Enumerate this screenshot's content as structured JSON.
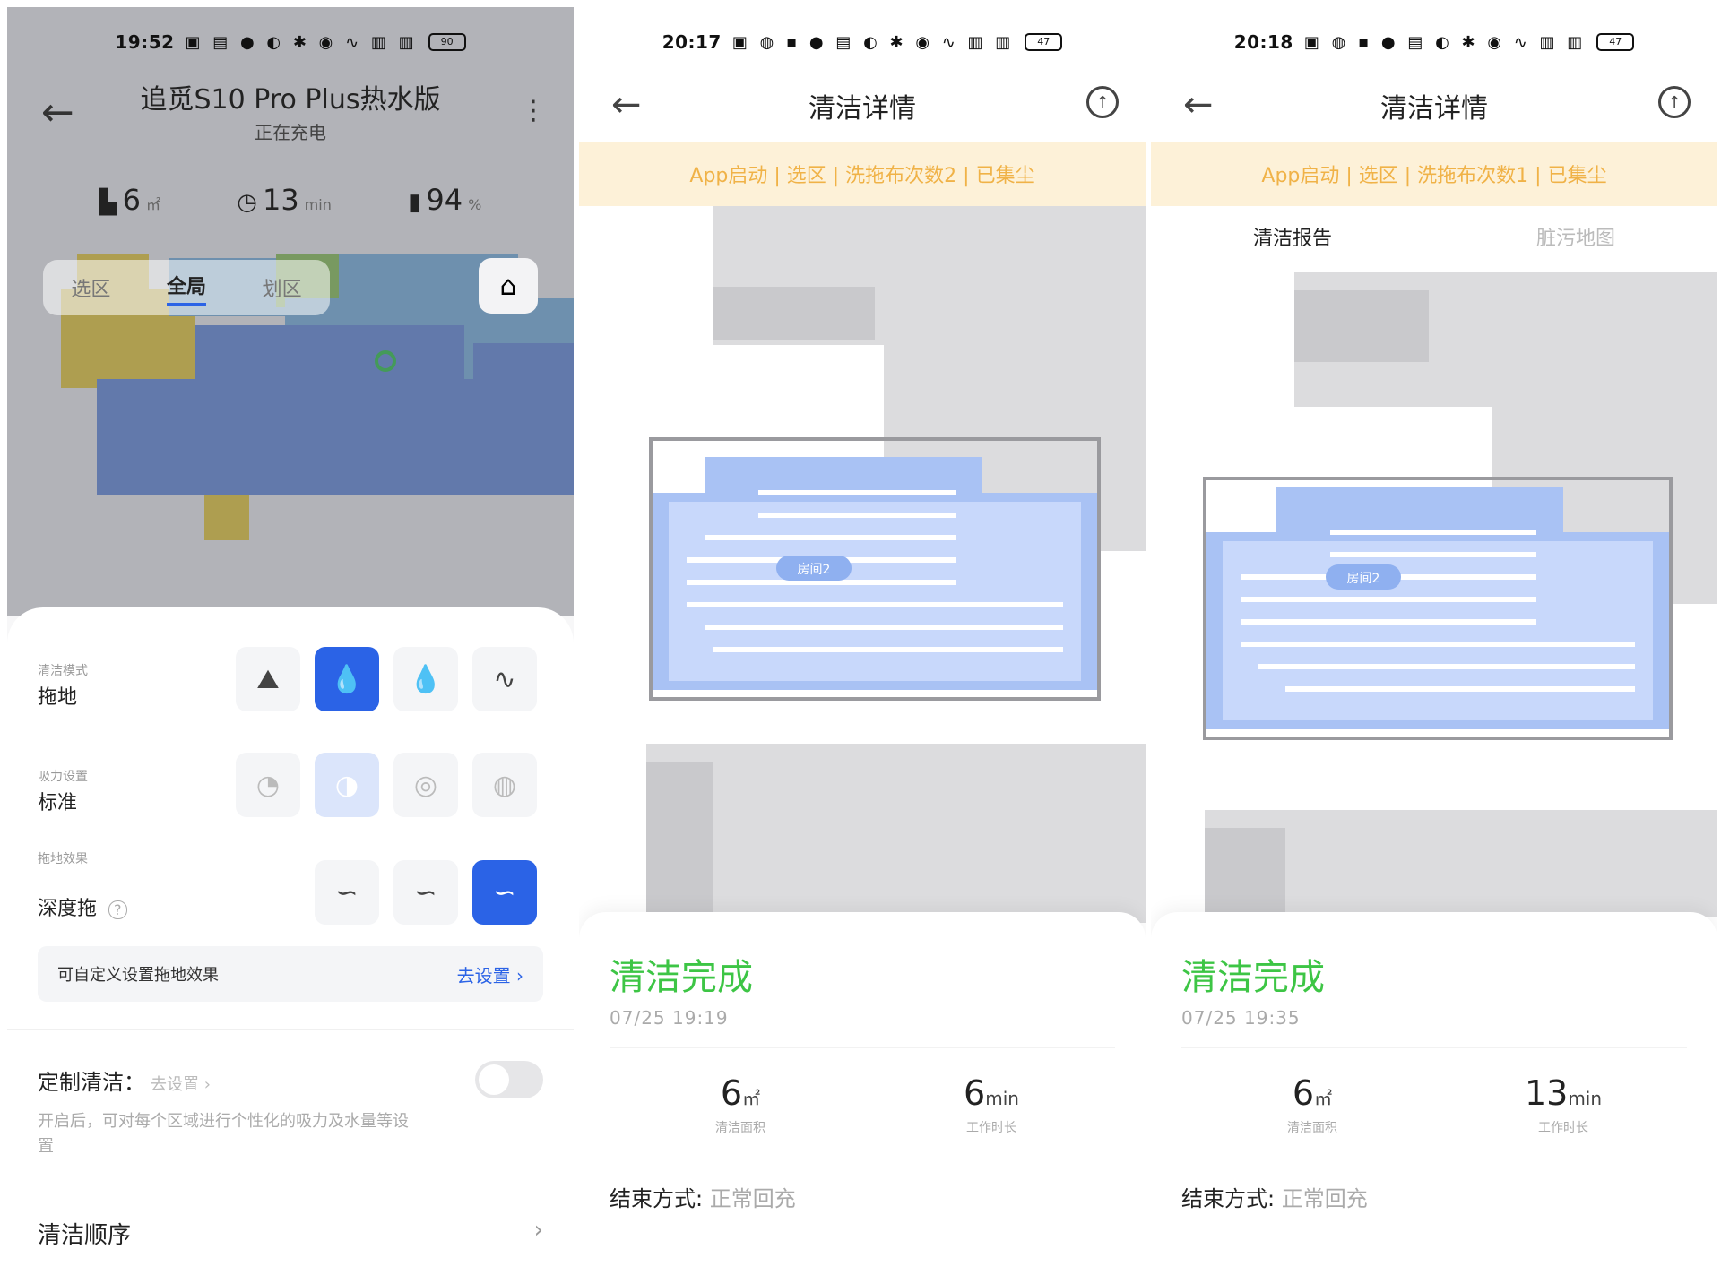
{
  "screen1": {
    "status": {
      "time": "19:52",
      "icons": "▣ ▤ ● ◐ ✱ ◉ ∿ ▥ ▥",
      "battery": "90"
    },
    "header": {
      "title": "追觅S10 Pro Plus热水版",
      "subtitle": "正在充电"
    },
    "stats": [
      {
        "icon": "▙",
        "value": "6",
        "unit": "㎡"
      },
      {
        "icon": "◷",
        "value": "13",
        "unit": "min"
      },
      {
        "icon": "▮",
        "value": "94",
        "unit": "%"
      }
    ],
    "segments": [
      "选区",
      "全局",
      "划区"
    ],
    "clean_mode": {
      "label": "清洁模式",
      "value": "拖地",
      "icons": [
        "⛰",
        "💧",
        "💧",
        "∿"
      ]
    },
    "suction": {
      "label": "吸力设置",
      "value": "标准",
      "icons": [
        "◔",
        "◑",
        "◎",
        "◍"
      ]
    },
    "mop_effect": {
      "label": "拖地效果",
      "value": "深度拖",
      "help": "?",
      "icons": [
        "∽",
        "∽",
        "∽"
      ]
    },
    "hint": {
      "text": "可自定义设置拖地效果",
      "link": "去设置 ›"
    },
    "custom": {
      "title": "定制清洁：",
      "link": "去设置 ›",
      "desc": "开启后，可对每个区域进行个性化的吸力及水量等设置"
    },
    "order": {
      "label": "清洁顺序",
      "chev": "›"
    }
  },
  "screen2": {
    "status": {
      "time": "20:17",
      "icons": "▣ ◍ ▪ ● ▤ ◐ ✱ ◉ ∿ ▥ ▥",
      "battery": "47"
    },
    "title": "清洁详情",
    "banner": "App启动 | 选区 | 洗拖布次数2 | 已集尘",
    "room": "房间2",
    "done": "清洁完成",
    "date": "07/25  19:19",
    "area": {
      "value": "6",
      "unit": "㎡",
      "label": "清洁面积"
    },
    "duration": {
      "value": "6",
      "unit": "min",
      "label": "工作时长"
    },
    "end": {
      "label": "结束方式:",
      "value": "正常回充"
    }
  },
  "screen3": {
    "status": {
      "time": "20:18",
      "icons": "▣ ◍ ▪ ● ▤ ◐ ✱ ◉ ∿ ▥ ▥",
      "battery": "47"
    },
    "title": "清洁详情",
    "banner": "App启动 | 选区 | 洗拖布次数1 | 已集尘",
    "tabs": [
      "清洁报告",
      "脏污地图"
    ],
    "room": "房间2",
    "done": "清洁完成",
    "date": "07/25  19:35",
    "area": {
      "value": "6",
      "unit": "㎡",
      "label": "清洁面积"
    },
    "duration": {
      "value": "13",
      "unit": "min",
      "label": "工作时长"
    },
    "end": {
      "label": "结束方式:",
      "value": "正常回充"
    }
  },
  "colors": {
    "accent": "#2b63e6",
    "success": "#3dc545",
    "banner_bg": "#fdf1d8",
    "banner_text": "#f0b247"
  }
}
